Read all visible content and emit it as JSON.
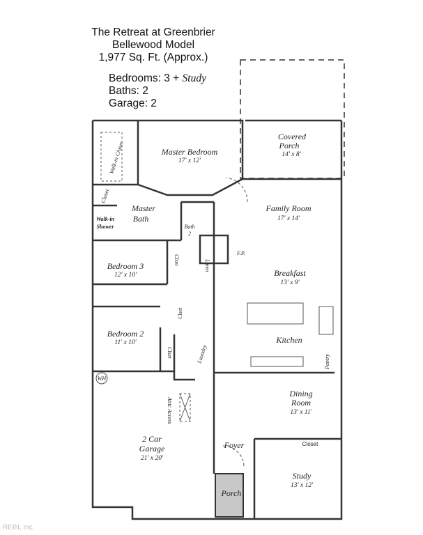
{
  "header": {
    "title_lines": [
      "The Retreat at Greenbrier",
      "Bellewood Model",
      "1,977 Sq. Ft. (Approx.)"
    ],
    "bedrooms_label": "Bedrooms: 3 + ",
    "bedrooms_study": "Study",
    "baths": "Baths: 2",
    "garage": "Garage: 2"
  },
  "rooms": {
    "master_bedroom": {
      "name": "Master Bedroom",
      "size": "17' x 12'"
    },
    "covered_porch": {
      "name1": "Covered",
      "name2": "Porch",
      "size": "14' x 8'"
    },
    "walk_in_closet": "Walk-in Closet",
    "closet_master": "Closet",
    "walk_in_shower": {
      "l1": "Walk-in",
      "l2": "Shower"
    },
    "master_bath": {
      "l1": "Master",
      "l2": "Bath"
    },
    "bath2": {
      "l1": "Bath",
      "l2": "2"
    },
    "family_room": {
      "name": "Family Room",
      "size": "17' x 14'"
    },
    "fireplace": "F.P.",
    "bedroom3": {
      "name": "Bedroom 3",
      "size": "12' x 10'"
    },
    "clset1": "Clset",
    "linen": "Linen",
    "breakfast": {
      "name": "Breakfast",
      "size": "13' x 9'"
    },
    "bedroom2": {
      "name": "Bedroom 2",
      "size": "11' x 10'"
    },
    "clset2": "Clset",
    "clset3": "Clset",
    "laundry": "Laundry",
    "kitchen": "Kitchen",
    "pantry": "Pantry",
    "water_heater": "WH",
    "attic_access": "Attic Access",
    "dining": {
      "l1": "Dining",
      "l2": "Room",
      "size": "13' x 11'"
    },
    "garage": {
      "l1": "2 Car",
      "l2": "Garage",
      "size": "21' x 20'"
    },
    "foyer": "Foyer",
    "closet_study": "Closet",
    "study": {
      "name": "Study",
      "size": "13' x 12'"
    },
    "porch": "Porch"
  },
  "watermark": "REIN, Inc."
}
